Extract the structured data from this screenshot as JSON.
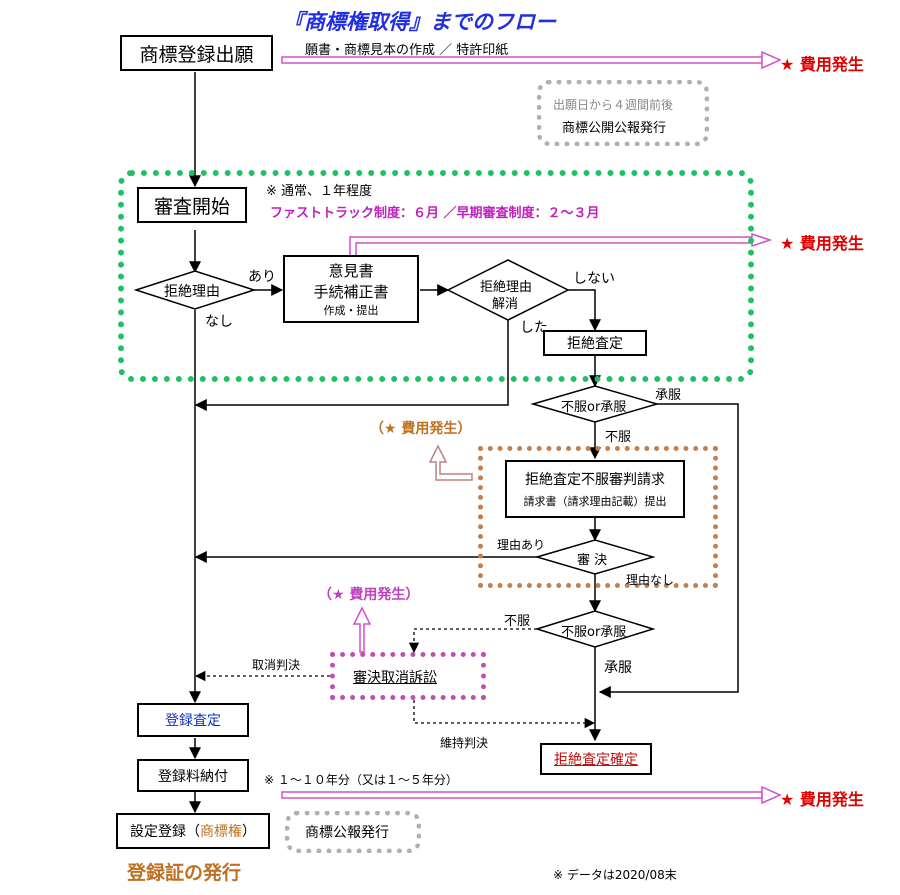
{
  "title": "『商標権取得』までのフロー",
  "application": {
    "box": "商標登録出願",
    "docs": "願書・商標見本の作成 ／ 特許印紙",
    "cost": "★ 費用発生"
  },
  "publication": {
    "line1": "出願日から４週間前後",
    "line2": "商標公開公報発行"
  },
  "examination": {
    "box": "審査開始",
    "note": "※ 通常、１年程度",
    "fast": "ファストトラック制度：６月 ／早期審査制度：２～３月",
    "cost": "★ 費用発生",
    "reason_diamond": "拒絶理由",
    "ari": "あり",
    "nashi": "なし",
    "opinion_line1": "意見書",
    "opinion_line2": "手続補正書",
    "opinion_line3": "作成・提出",
    "resolved_line1": "拒絶理由",
    "resolved_line2": "解消",
    "shinai": "しない",
    "shita": "した",
    "refusal": "拒絶査定"
  },
  "appeal": {
    "diamond1": "不服or承服",
    "shoufuku1": "承服",
    "fufuku1": "不服",
    "cost": "（★ 費用発生）",
    "request_line1": "拒絶査定不服審判請求",
    "request_line2": "請求書（請求理由記載）提出",
    "riyuu_ari": "理由あり",
    "decision": "審 決",
    "riyuu_nashi": "理由なし",
    "fufuku2": "不服",
    "diamond2": "不服or承服",
    "shoufuku2": "承服"
  },
  "lawsuit": {
    "cost": "（★ 費用発生）",
    "box": "審決取消訴訟",
    "torikeshi": "取消判決",
    "iji": "維持判決"
  },
  "registration": {
    "decision": "登録査定",
    "fee": "登録料納付",
    "fee_note": "※ １～１０年分（又は１～５年分）",
    "fee_cost": "★ 費用発生",
    "set_prefix": "設定登録（",
    "set_right": "商標権",
    "set_suffix": "）",
    "gazette": "商標公報発行",
    "certificate": "登録証の発行",
    "final_refusal": "拒絶査定確定"
  },
  "footnote": "※ データは2020/08末"
}
